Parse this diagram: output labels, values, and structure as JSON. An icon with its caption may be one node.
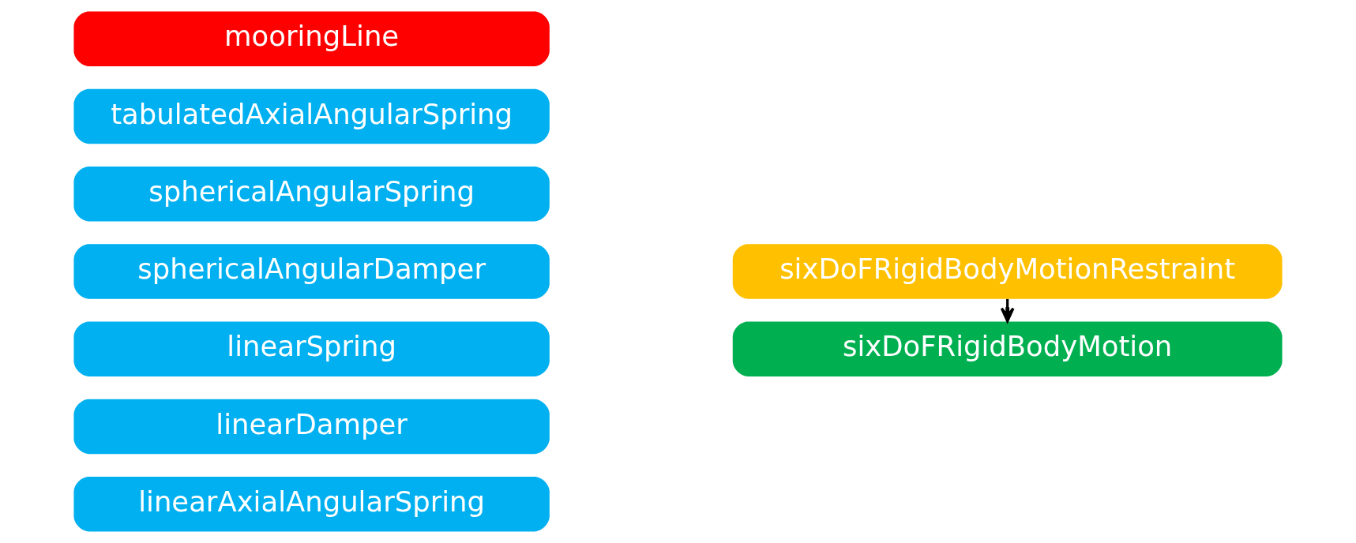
{
  "diagram": {
    "nodes": [
      {
        "text": [
          "linearAxialAngularSpring"
        ]
      },
      {
        "text": [
          "linearDamper"
        ]
      },
      {
        "text": [
          "linearSpring"
        ]
      },
      {
        "text": [
          "sphericalAngularDamper"
        ]
      },
      {
        "text": [
          "sphericalAngularSpring"
        ]
      },
      {
        "text": [
          "tabulatedAxialAngularSpring"
        ]
      },
      {
        "text": [
          "mooringLine"
        ]
      },
      {
        "text": [
          "sixDoFRigidBodyMotionRestraint"
        ]
      },
      {
        "text": [
          "sixDoFRigidBodyMotion"
        ]
      }
    ],
    "edges": [
      {
        "from": 7,
        "to": 8,
        "arrow": "to"
      }
    ]
  }
}
